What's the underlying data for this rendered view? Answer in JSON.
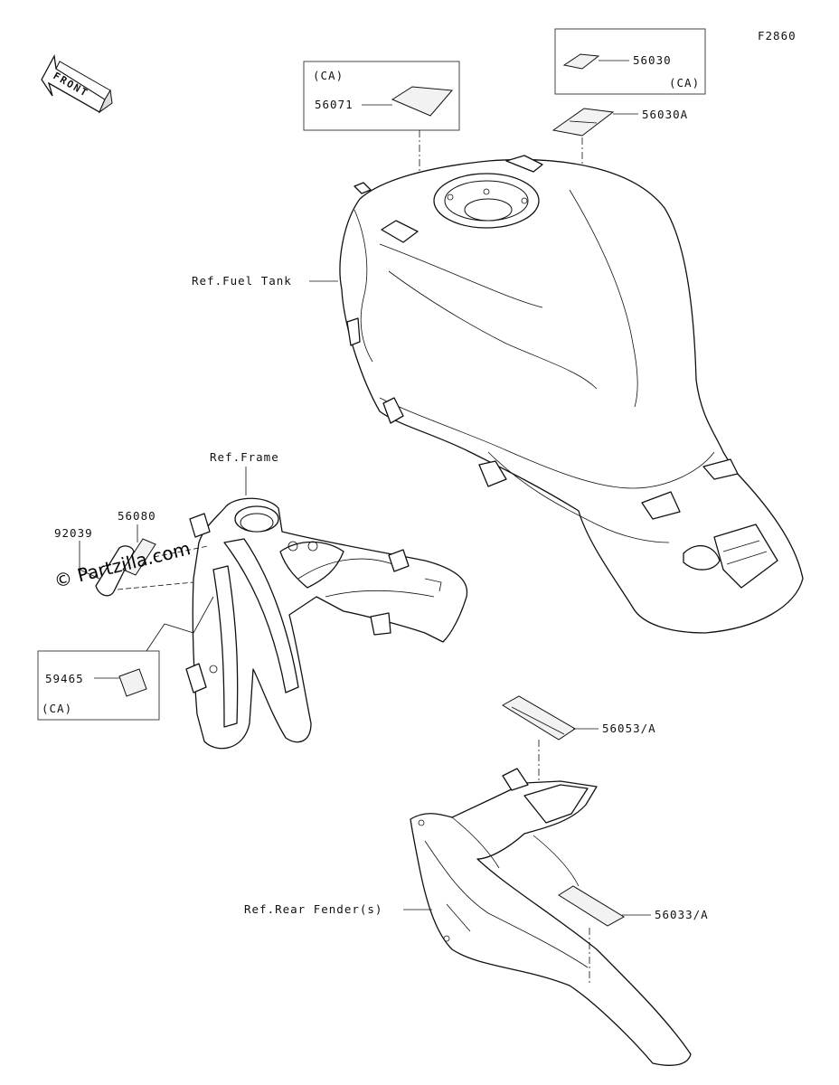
{
  "diagram_code": "F2860",
  "front_arrow_label": "FRONT",
  "watermark": "© Partzilla.com",
  "references": {
    "fuel_tank": "Ref.Fuel Tank",
    "frame": "Ref.Frame",
    "rear_fender": "Ref.Rear Fender(s)"
  },
  "parts": {
    "p56030": "56030",
    "p56030_ca": "(CA)",
    "p56030a": "56030A",
    "p56071_ca": "(CA)",
    "p56071": "56071",
    "p92039": "92039",
    "p56080": "56080",
    "p59465": "59465",
    "p59465_ca": "(CA)",
    "p56053": "56053/A",
    "p56033": "56033/A"
  }
}
